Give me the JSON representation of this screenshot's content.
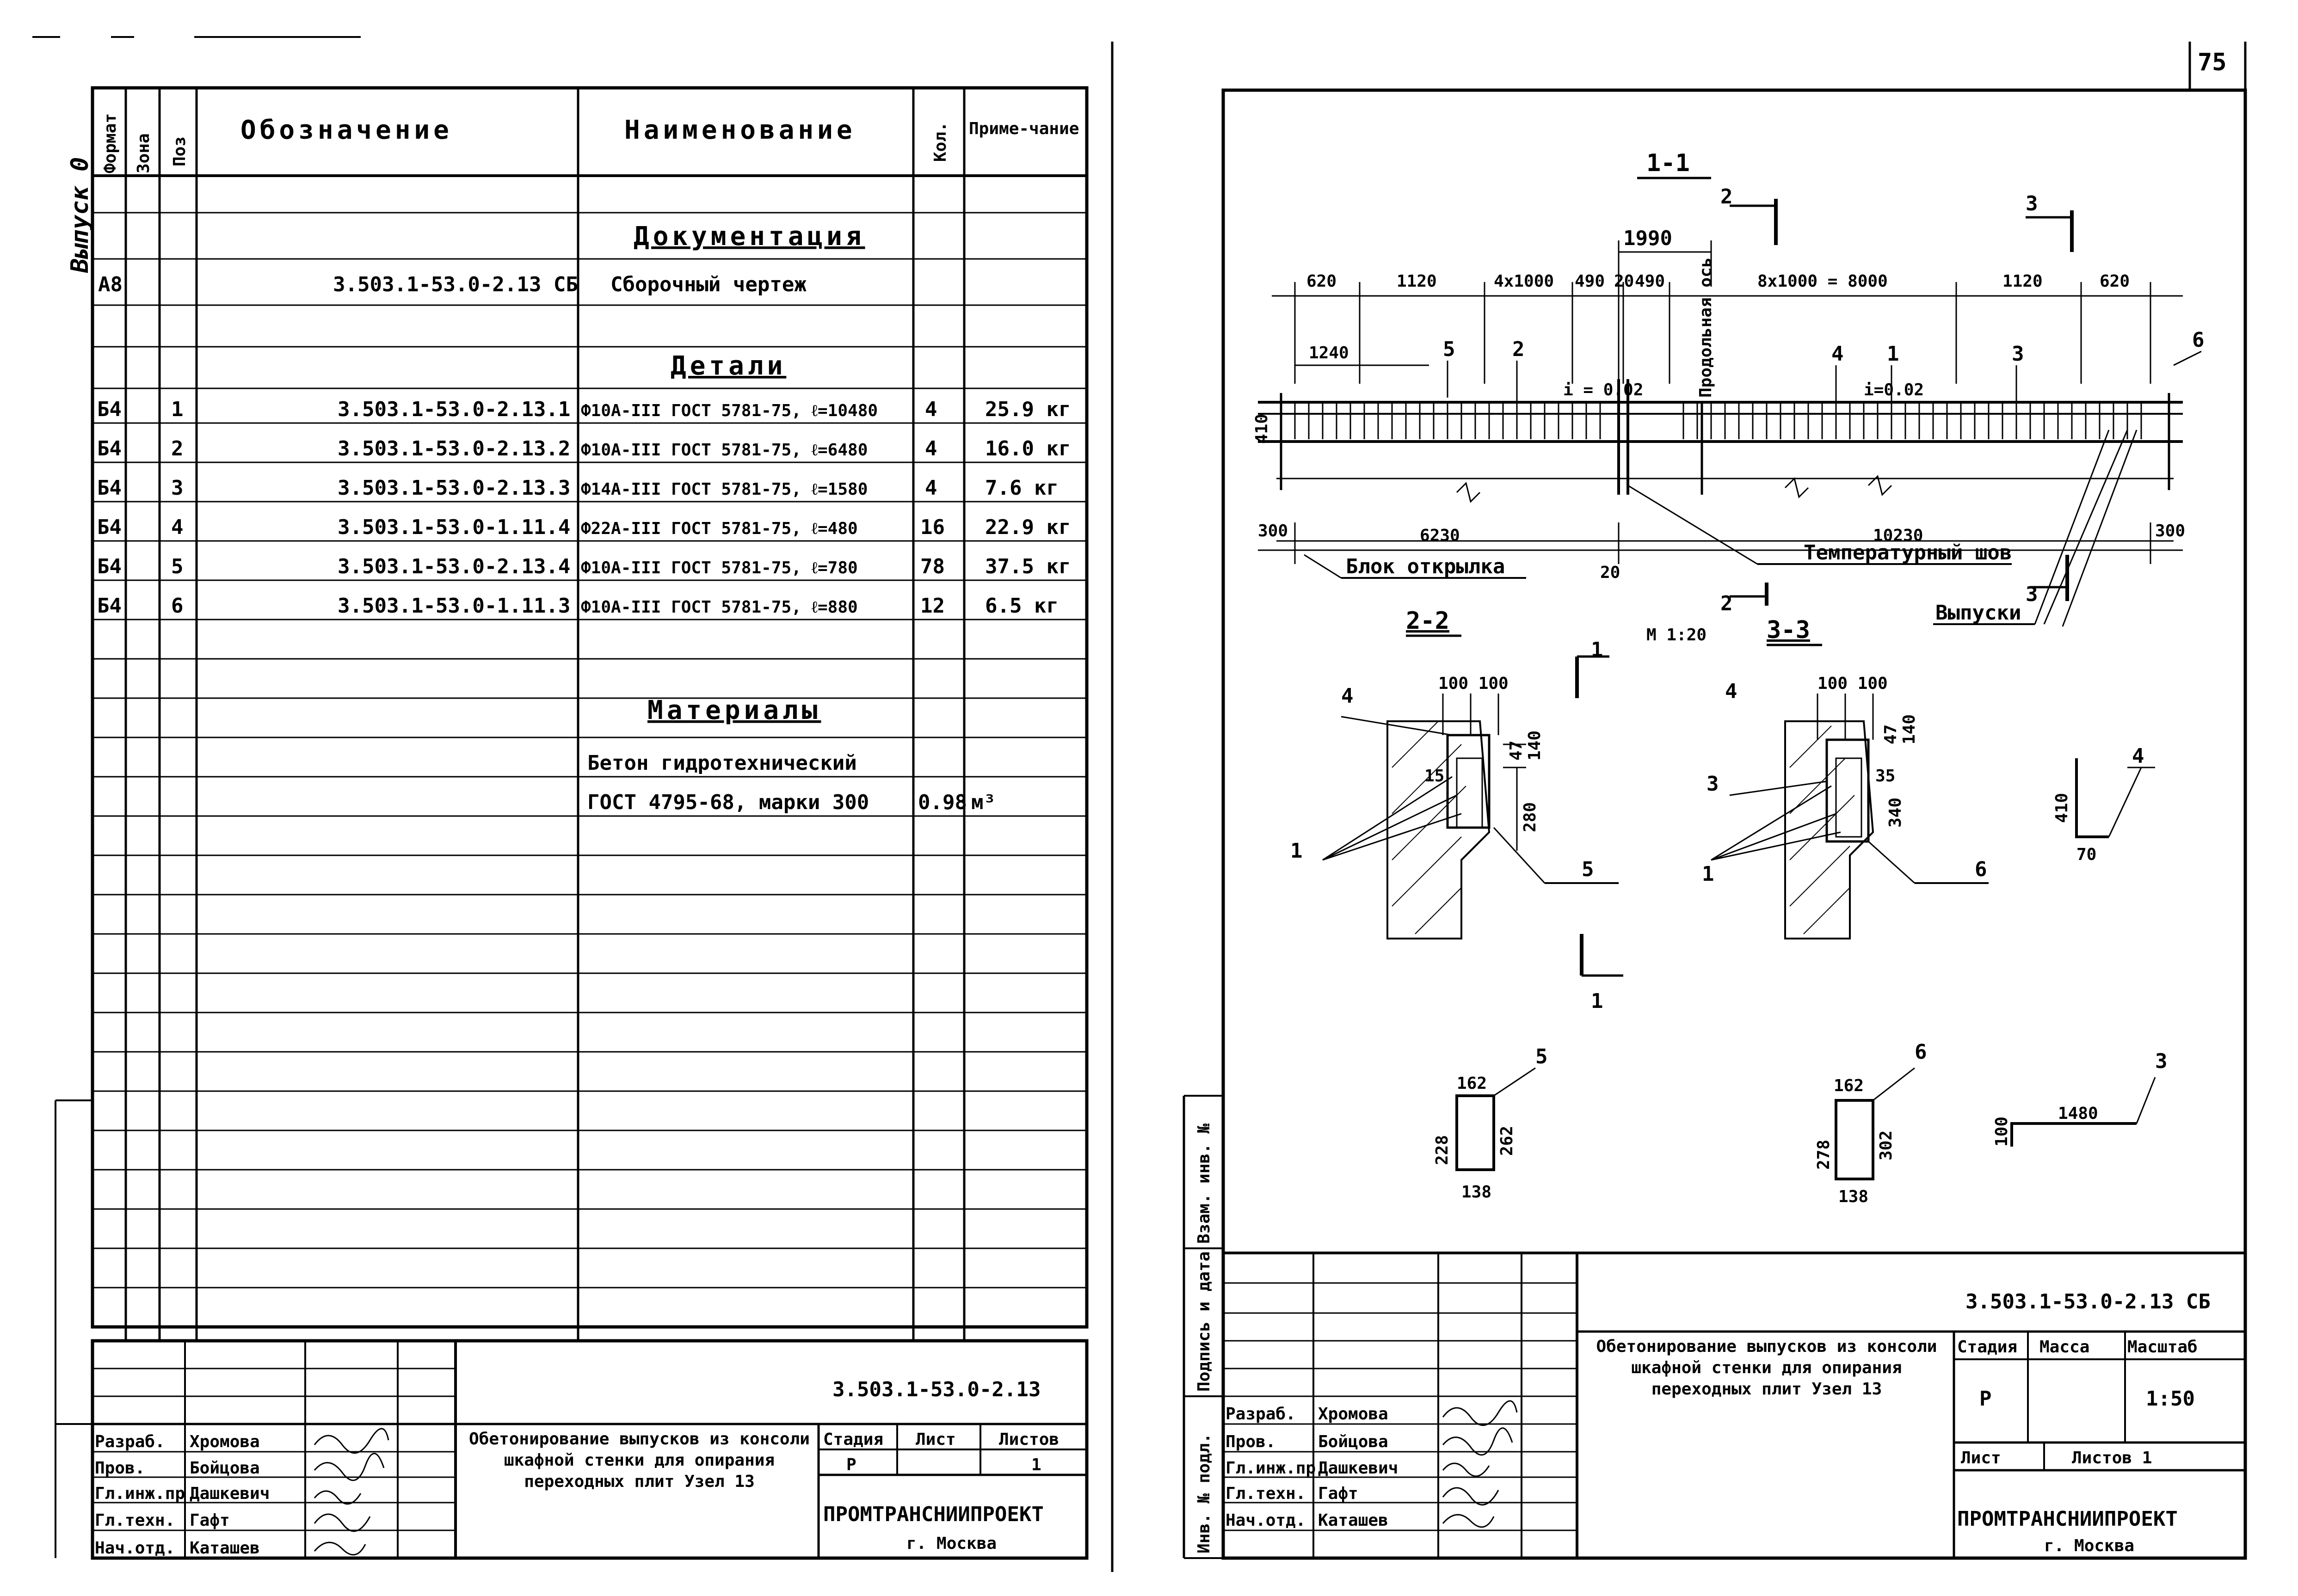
{
  "vertical_note": "Выпуск 0",
  "page_number": "75",
  "spec": {
    "headers": {
      "format": "Формат",
      "zone": "Зона",
      "pos": "Поз",
      "designation": "Обозначение",
      "name": "Наименование",
      "qty": "Кол.",
      "note": "Приме-чание"
    },
    "sections": {
      "documentation": "Документация",
      "details": "Детали",
      "materials": "Материалы"
    },
    "doc_row": {
      "format": "А8",
      "designation": "3.503.1-53.0-2.13 СБ",
      "name": "Сборочный чертеж"
    },
    "rows": [
      {
        "format": "Б4",
        "pos": "1",
        "designation": "3.503.1-53.0-2.13.1",
        "name": "Ф10А-III ГОСТ 5781-75, ℓ=10480",
        "qty": "4",
        "note": "25.9 кг"
      },
      {
        "format": "Б4",
        "pos": "2",
        "designation": "3.503.1-53.0-2.13.2",
        "name": "Ф10А-III ГОСТ 5781-75, ℓ=6480",
        "qty": "4",
        "note": "16.0 кг"
      },
      {
        "format": "Б4",
        "pos": "3",
        "designation": "3.503.1-53.0-2.13.3",
        "name": "Ф14А-III ГОСТ 5781-75, ℓ=1580",
        "qty": "4",
        "note": "7.6 кг"
      },
      {
        "format": "Б4",
        "pos": "4",
        "designation": "3.503.1-53.0-1.11.4",
        "name": "Ф22А-III ГОСТ 5781-75, ℓ=480",
        "qty": "16",
        "note": "22.9 кг"
      },
      {
        "format": "Б4",
        "pos": "5",
        "designation": "3.503.1-53.0-2.13.4",
        "name": "Ф10А-III ГОСТ 5781-75, ℓ=780",
        "qty": "78",
        "note": "37.5 кг"
      },
      {
        "format": "Б4",
        "pos": "6",
        "designation": "3.503.1-53.0-1.11.3",
        "name": "Ф10А-III ГОСТ 5781-75, ℓ=880",
        "qty": "12",
        "note": "6.5 кг"
      }
    ],
    "material_line1": "Бетон гидротехнический",
    "material_line2": "ГОСТ 4795-68, марки 300",
    "material_qty": "0.98",
    "material_unit": "м³"
  },
  "title_block_left": {
    "code": "3.503.1-53.0-2.13",
    "title": "Обетонирование выпусков из консоли шкафной стенки для опирания переходных плит Узел 13",
    "stage_label": "Стадия",
    "sheet_label": "Лист",
    "sheets_label": "Листов",
    "stage": "Р",
    "sheets": "1",
    "org": "ПРОМТРАНСНИИПРОЕКТ",
    "city": "г. Москва",
    "people": [
      {
        "role": "Разраб.",
        "name": "Хромова"
      },
      {
        "role": "Пров.",
        "name": "Бойцова"
      },
      {
        "role": "Гл.инж.пр",
        "name": "Дашкевич"
      },
      {
        "role": "Гл.техн.",
        "name": "Гафт"
      },
      {
        "role": "Нач.отд.",
        "name": "Каташев"
      }
    ]
  },
  "title_block_right": {
    "code": "3.503.1-53.0-2.13 СБ",
    "title": "Обетонирование выпусков из консоли шкафной стенки для опирания переходных плит Узел 13",
    "stage_label": "Стадия",
    "mass_label": "Масса",
    "scale_label": "Масштаб",
    "stage": "Р",
    "scale": "1:50",
    "sheet_label": "Лист",
    "sheets_label": "Листов 1",
    "org": "ПРОМТРАНСНИИПРОЕКТ",
    "city": "г. Москва",
    "side_labels": [
      "Инв. № подл.",
      "Подпись и дата",
      "Взам. инв. №"
    ],
    "people": [
      {
        "role": "Разраб.",
        "name": "Хромова"
      },
      {
        "role": "Пров.",
        "name": "Бойцова"
      },
      {
        "role": "Гл.инж.пр",
        "name": "Дашкевич"
      },
      {
        "role": "Гл.техн.",
        "name": "Гафт"
      },
      {
        "role": "Нач.отд.",
        "name": "Каташев"
      }
    ]
  },
  "drawing": {
    "sec11": "1-1",
    "sec22": "2-2",
    "sec33": "3-3",
    "scale": "М 1:20",
    "dims_top": [
      "620",
      "1120",
      "4х1000",
      "490",
      "20",
      "490",
      "8х1000 = 8000",
      "1120",
      "620"
    ],
    "dim_1990": "1990",
    "dim_1240": "1240",
    "dim_410": "410",
    "slope1": "i = 0.02",
    "slope2": "i=0.02",
    "long_axis": "Продольная ось",
    "dims_bottom": [
      "300",
      "6230",
      "10230",
      "300"
    ],
    "dim_20": "20",
    "block": "Блок открылка",
    "temp_joint": "Температурный шов",
    "outlets": "Выпуски",
    "pos_labels": [
      "1",
      "2",
      "3",
      "4",
      "5",
      "6"
    ],
    "dim_100_100": "100 100",
    "dim_47": "47",
    "dim_140": "140",
    "dim_15": "15",
    "dim_35": "35",
    "dim_280": "280",
    "dim_340": "340",
    "dim_70": "70",
    "dim_162": "162",
    "dim_228": "228",
    "dim_262": "262",
    "dim_138": "138",
    "dim_278": "278",
    "dim_302": "302",
    "dim_1480": "1480",
    "dim_100": "100"
  }
}
